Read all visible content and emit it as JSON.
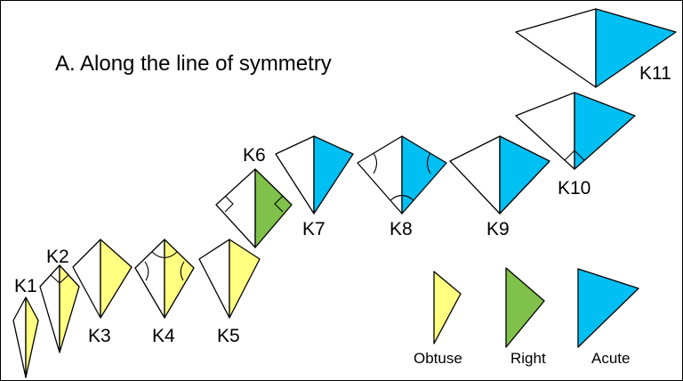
{
  "title": "A. Along the line of symmetry",
  "colors": {
    "obtuse": "#FFFF80",
    "right": "#7FC14A",
    "acute": "#00BFF3",
    "outline": "#000000",
    "unfilled": "#FFFFFF"
  },
  "kites": [
    {
      "label": "K1",
      "half_type": "obtuse"
    },
    {
      "label": "K2",
      "half_type": "obtuse"
    },
    {
      "label": "K3",
      "half_type": "obtuse"
    },
    {
      "label": "K4",
      "half_type": "obtuse"
    },
    {
      "label": "K5",
      "half_type": "obtuse"
    },
    {
      "label": "K6",
      "half_type": "right"
    },
    {
      "label": "K7",
      "half_type": "acute"
    },
    {
      "label": "K8",
      "half_type": "acute"
    },
    {
      "label": "K9",
      "half_type": "acute"
    },
    {
      "label": "K10",
      "half_type": "acute"
    },
    {
      "label": "K11",
      "half_type": "acute"
    }
  ],
  "legend": {
    "obtuse": "Obtuse",
    "right": "Right",
    "acute": "Acute"
  }
}
